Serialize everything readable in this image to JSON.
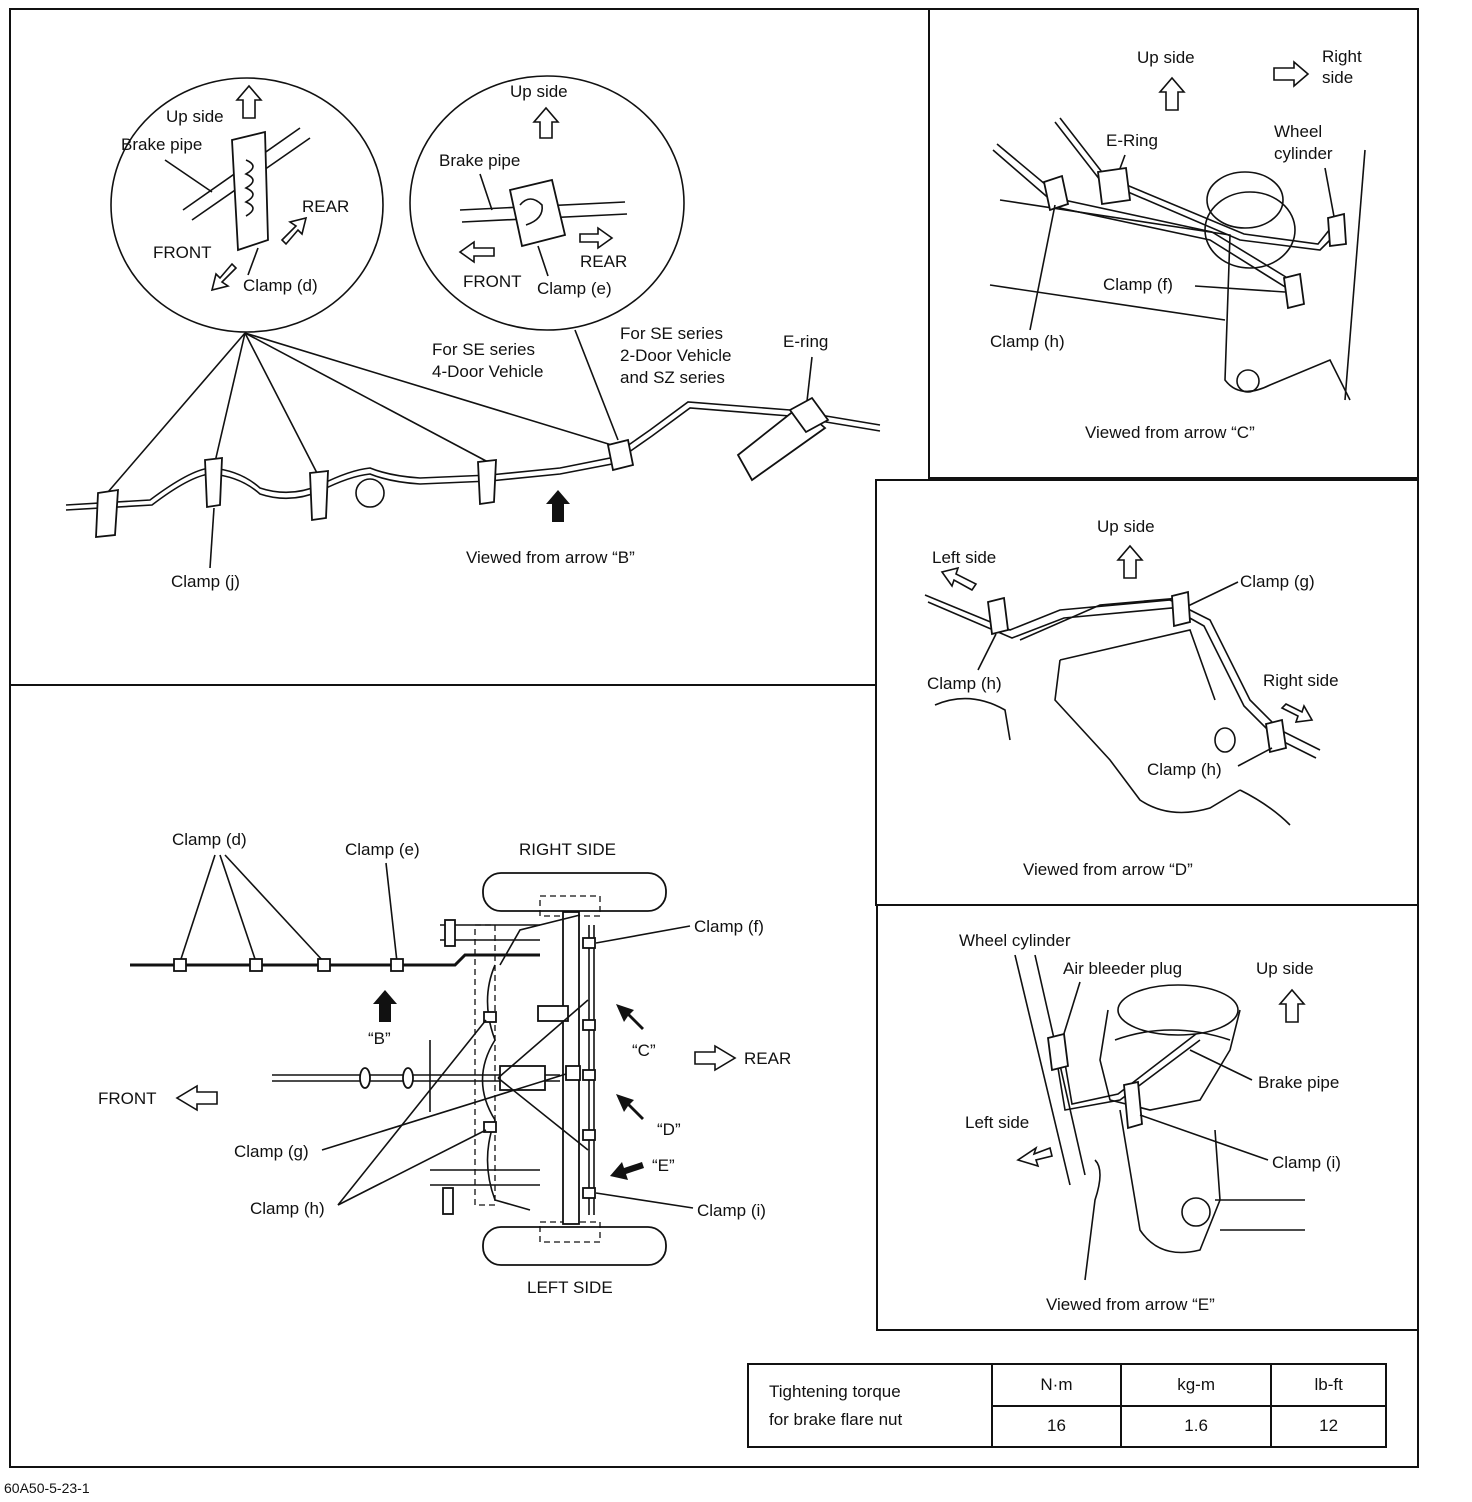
{
  "panel_b": {
    "detail_d": {
      "up": "Up side",
      "pipe": "Brake pipe",
      "rear": "REAR",
      "front": "FRONT",
      "clamp": "Clamp (d)"
    },
    "detail_e": {
      "up": "Up side",
      "pipe": "Brake pipe",
      "rear": "REAR",
      "front": "FRONT",
      "clamp": "Clamp (e)"
    },
    "note_4door_1": "For SE series",
    "note_4door_2": "4-Door Vehicle",
    "note_2door_1": "For SE series",
    "note_2door_2": "2-Door Vehicle",
    "note_2door_3": "and SZ series",
    "ering": "E-ring",
    "clamp_j": "Clamp (j)",
    "caption": "Viewed from arrow “B”"
  },
  "panel_c": {
    "up": "Up side",
    "right_1": "Right",
    "right_2": "side",
    "ering": "E-Ring",
    "wheel_1": "Wheel",
    "wheel_2": "cylinder",
    "clamp_f": "Clamp (f)",
    "clamp_h": "Clamp (h)",
    "caption": "Viewed from arrow “C”"
  },
  "panel_d": {
    "up": "Up side",
    "left": "Left side",
    "clamp_g": "Clamp (g)",
    "clamp_h1": "Clamp (h)",
    "right": "Right side",
    "clamp_h2": "Clamp (h)",
    "caption": "Viewed from arrow “D”"
  },
  "panel_e": {
    "wheel": "Wheel cylinder",
    "bleeder": "Air bleeder plug",
    "up": "Up side",
    "pipe": "Brake pipe",
    "left": "Left side",
    "clamp_i": "Clamp (i)",
    "caption": "Viewed from arrow “E”"
  },
  "overview": {
    "clamp_d": "Clamp (d)",
    "clamp_e": "Clamp (e)",
    "right_side": "RIGHT SIDE",
    "left_side": "LEFT SIDE",
    "clamp_f": "Clamp (f)",
    "clamp_g": "Clamp (g)",
    "clamp_h": "Clamp (h)",
    "clamp_i": "Clamp (i)",
    "arrow_b": "“B”",
    "arrow_c": "“C”",
    "arrow_d": "“D”",
    "arrow_e": "“E”",
    "rear": "REAR",
    "front": "FRONT"
  },
  "torque": {
    "label_1": "Tightening torque",
    "label_2": "for brake flare nut",
    "headers": [
      "N·m",
      "kg-m",
      "lb-ft"
    ],
    "values": [
      "16",
      "1.6",
      "12"
    ]
  },
  "figure_id": "60A50-5-23-1"
}
